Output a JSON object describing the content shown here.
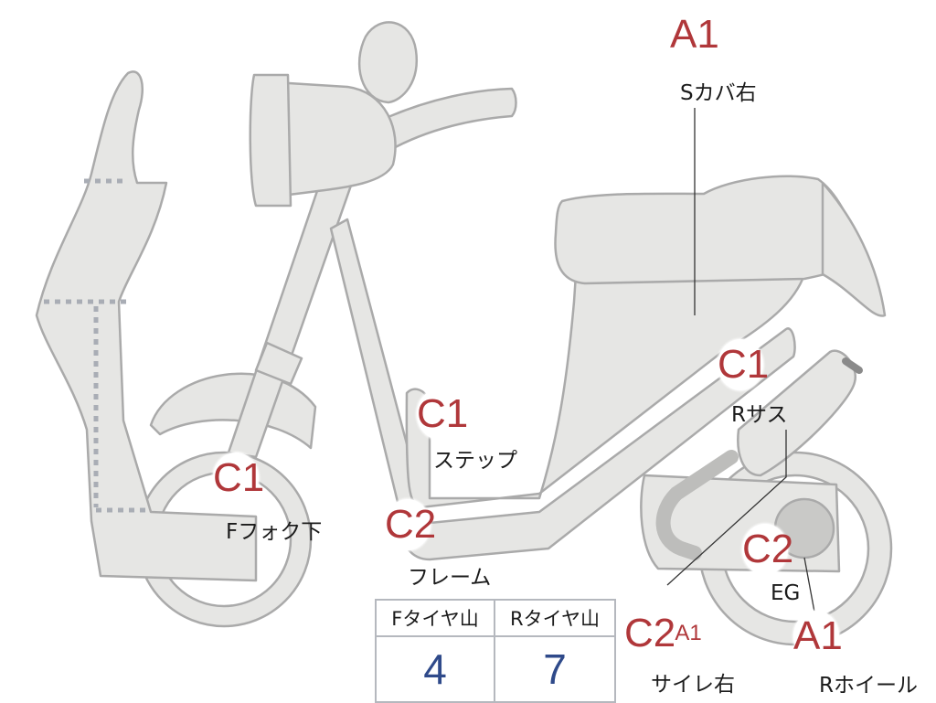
{
  "inspection": {
    "points": [
      {
        "id": "s-cover-right",
        "grade": "A1",
        "label": "Sカバ右"
      },
      {
        "id": "rear-suspension",
        "grade": "C1",
        "label": "Rサス"
      },
      {
        "id": "step",
        "grade": "C1",
        "label": "ステップ"
      },
      {
        "id": "front-fork-lower",
        "grade": "C1",
        "label": "Fフォク下"
      },
      {
        "id": "frame",
        "grade": "C2",
        "label": "フレーム"
      },
      {
        "id": "engine",
        "grade": "C2",
        "label": "EG"
      },
      {
        "id": "muffler-right",
        "grade": "C2",
        "sub_grade": "A1",
        "label": "サイレ右"
      },
      {
        "id": "rear-wheel",
        "grade": "A1",
        "label": "Rホイール"
      }
    ]
  },
  "tread_table": {
    "headers": [
      "Fタイヤ山",
      "Rタイヤ山"
    ],
    "values": [
      "4",
      "7"
    ]
  },
  "colors": {
    "grade": "#b0373a",
    "tread_value": "#2f4a8a",
    "part_fill": "#e6e6e4",
    "part_stroke": "#aaaaaa"
  }
}
